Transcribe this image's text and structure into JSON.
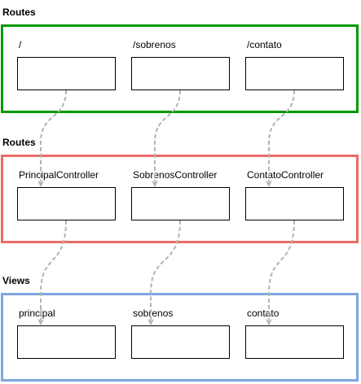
{
  "colors": {
    "routes_border": "#009900",
    "controllers_border": "#ea6b66",
    "views_border": "#7ea6e0",
    "connector": "#b3b3b3"
  },
  "sections": [
    {
      "title": "Routes",
      "labels": [
        "/",
        "/sobrenos",
        "/contato"
      ]
    },
    {
      "title": "Routes",
      "labels": [
        "PrincipalController",
        "SobrenosController",
        "ContatoController"
      ]
    },
    {
      "title": "Views",
      "labels": [
        "principal",
        "sobrenos",
        "contato"
      ]
    }
  ]
}
